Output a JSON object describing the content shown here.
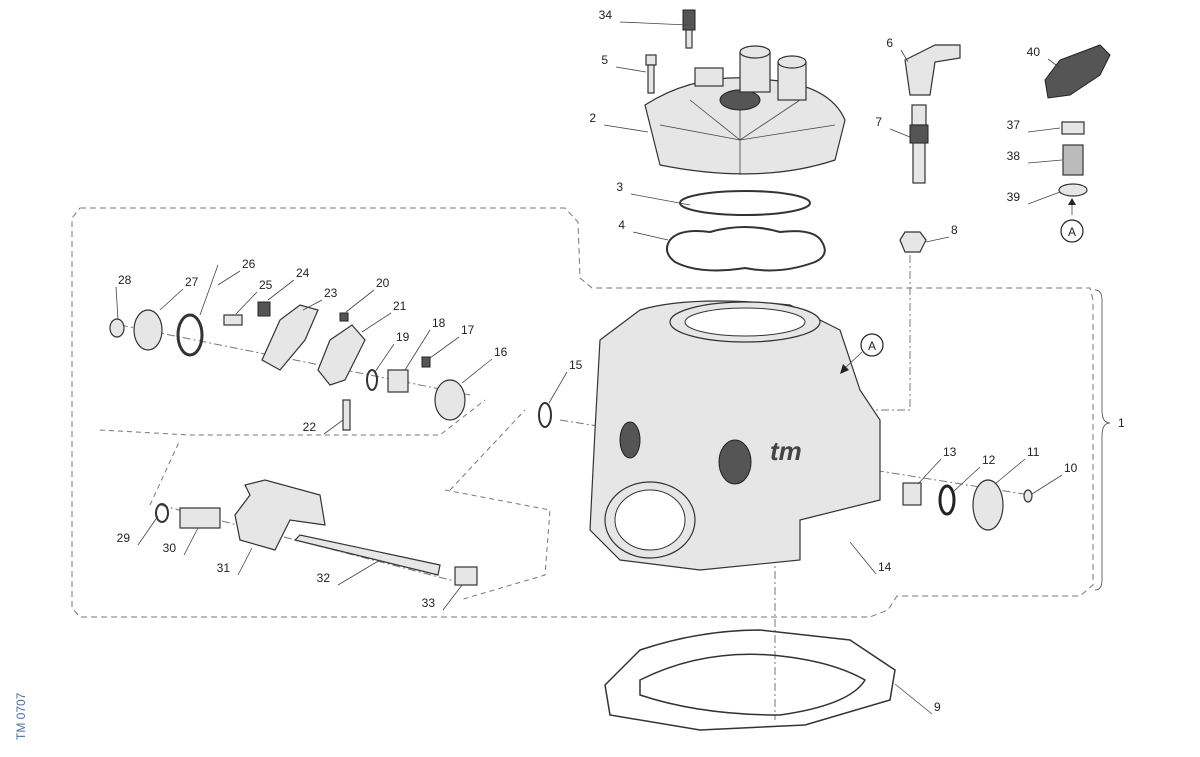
{
  "diagram_code": "TM 0707",
  "callouts": [
    "34",
    "5",
    "2",
    "3",
    "4",
    "6",
    "7",
    "8",
    "40",
    "37",
    "38",
    "39",
    "A",
    "A",
    "28",
    "27",
    "26",
    "25",
    "24",
    "23",
    "20",
    "21",
    "19",
    "18",
    "17",
    "16",
    "15",
    "22",
    "29",
    "30",
    "31",
    "32",
    "33",
    "13",
    "12",
    "11",
    "10",
    "14",
    "9",
    "1"
  ],
  "brand_logo": "tm"
}
